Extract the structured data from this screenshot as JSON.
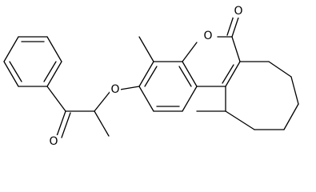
{
  "molecule": {
    "atom_labels": {
      "ring_oxygen": "O",
      "carbonyl_oxygen_lactone": "O",
      "ether_oxygen": "O",
      "ketone_oxygen": "O"
    },
    "colors": {
      "bond": "#000000",
      "label": "#000000",
      "background": "#ffffff"
    }
  }
}
